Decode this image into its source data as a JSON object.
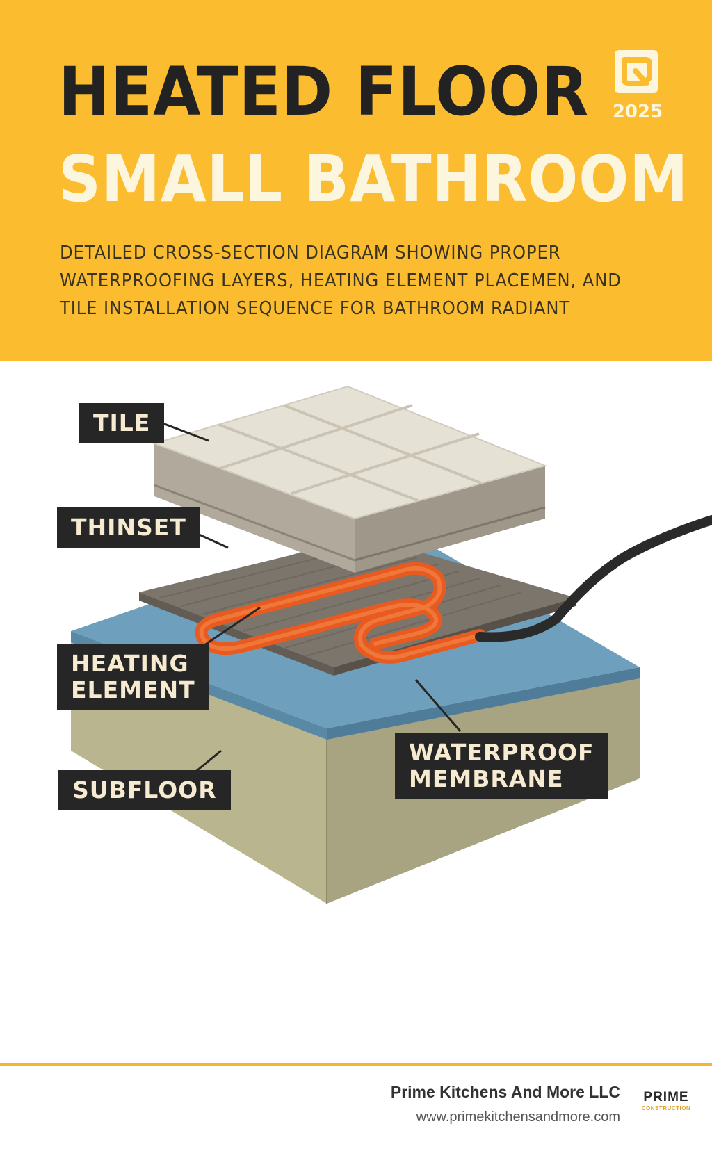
{
  "header": {
    "title_line1": "HEATED FLOOR",
    "title_line2": "SMALL BATHROOM",
    "year": "2025",
    "subtitle_lines": [
      "DETAILED CROSS-SECTION DIAGRAM SHOWING PROPER",
      "WATERPROOFING LAYERS, HEATING ELEMENT PLACEMEN, AND",
      "TILE INSTALLATION SEQUENCE FOR BATHROOM RADIANT"
    ]
  },
  "diagram": {
    "labels": {
      "tile": "TILE",
      "thinset": "THINSET",
      "heating_element": [
        "HEATING",
        "ELEMENT"
      ],
      "subfloor": "SUBFLOOR",
      "waterproof_membrane": [
        "WATERPROOF",
        "MEMBRANE"
      ]
    },
    "colors": {
      "tile_top": "#e6e1d5",
      "tile_side": "#b1aa9c",
      "thinset": "#7c756c",
      "heating_cable": "#f06a2a",
      "membrane": "#6e9fbd",
      "subfloor": "#b9b58f",
      "label_bg": "#262626",
      "label_text": "#f6ead0"
    }
  },
  "footer": {
    "company": "Prime Kitchens And More LLC",
    "website": "www.primekitchensandmore.com",
    "brand_name": "PRIME",
    "brand_sub": "CONSTRUCTION"
  },
  "colors": {
    "header_bg": "#fbbd2f",
    "accent_line": "#f5b727"
  }
}
